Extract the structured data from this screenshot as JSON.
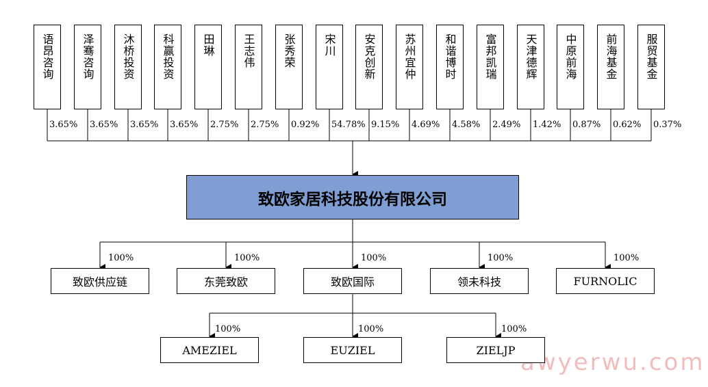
{
  "shareholders": [
    {
      "name": "语昂咨询",
      "pct": "3.65%"
    },
    {
      "name": "泽骞咨询",
      "pct": "3.65%"
    },
    {
      "name": "沐桥投资",
      "pct": "3.65%"
    },
    {
      "name": "科赢投资",
      "pct": "3.65%"
    },
    {
      "name": "田琳",
      "pct": "2.75%"
    },
    {
      "name": "王志伟",
      "pct": "2.75%"
    },
    {
      "name": "张秀荣",
      "pct": "0.92%"
    },
    {
      "name": "宋川",
      "pct": "54.78%"
    },
    {
      "name": "安克创新",
      "pct": "9.15%"
    },
    {
      "name": "苏州宜仲",
      "pct": "4.69%"
    },
    {
      "name": "和谐博时",
      "pct": "4.58%"
    },
    {
      "name": "富邦凯瑞",
      "pct": "2.49%"
    },
    {
      "name": "天津德辉",
      "pct": "1.42%"
    },
    {
      "name": "中原前海",
      "pct": "0.87%"
    },
    {
      "name": "前海基金",
      "pct": "0.62%"
    },
    {
      "name": "服贸基金",
      "pct": "0.37%"
    }
  ],
  "company": {
    "name": "致欧家居科技股份有限公司"
  },
  "subsidiaries": [
    {
      "name": "致欧供应链",
      "pct": "100%"
    },
    {
      "name": "东莞致欧",
      "pct": "100%"
    },
    {
      "name": "致欧国际",
      "pct": "100%"
    },
    {
      "name": "领未科技",
      "pct": "100%"
    },
    {
      "name": "FURNOLIC",
      "pct": "100%"
    }
  ],
  "international_subsidiaries": [
    {
      "name": "AMEZIEL",
      "pct": "100%"
    },
    {
      "name": "EUZIEL",
      "pct": "100%"
    },
    {
      "name": "ZIELJP",
      "pct": "100%"
    }
  ],
  "watermark": "awyerwu.com"
}
